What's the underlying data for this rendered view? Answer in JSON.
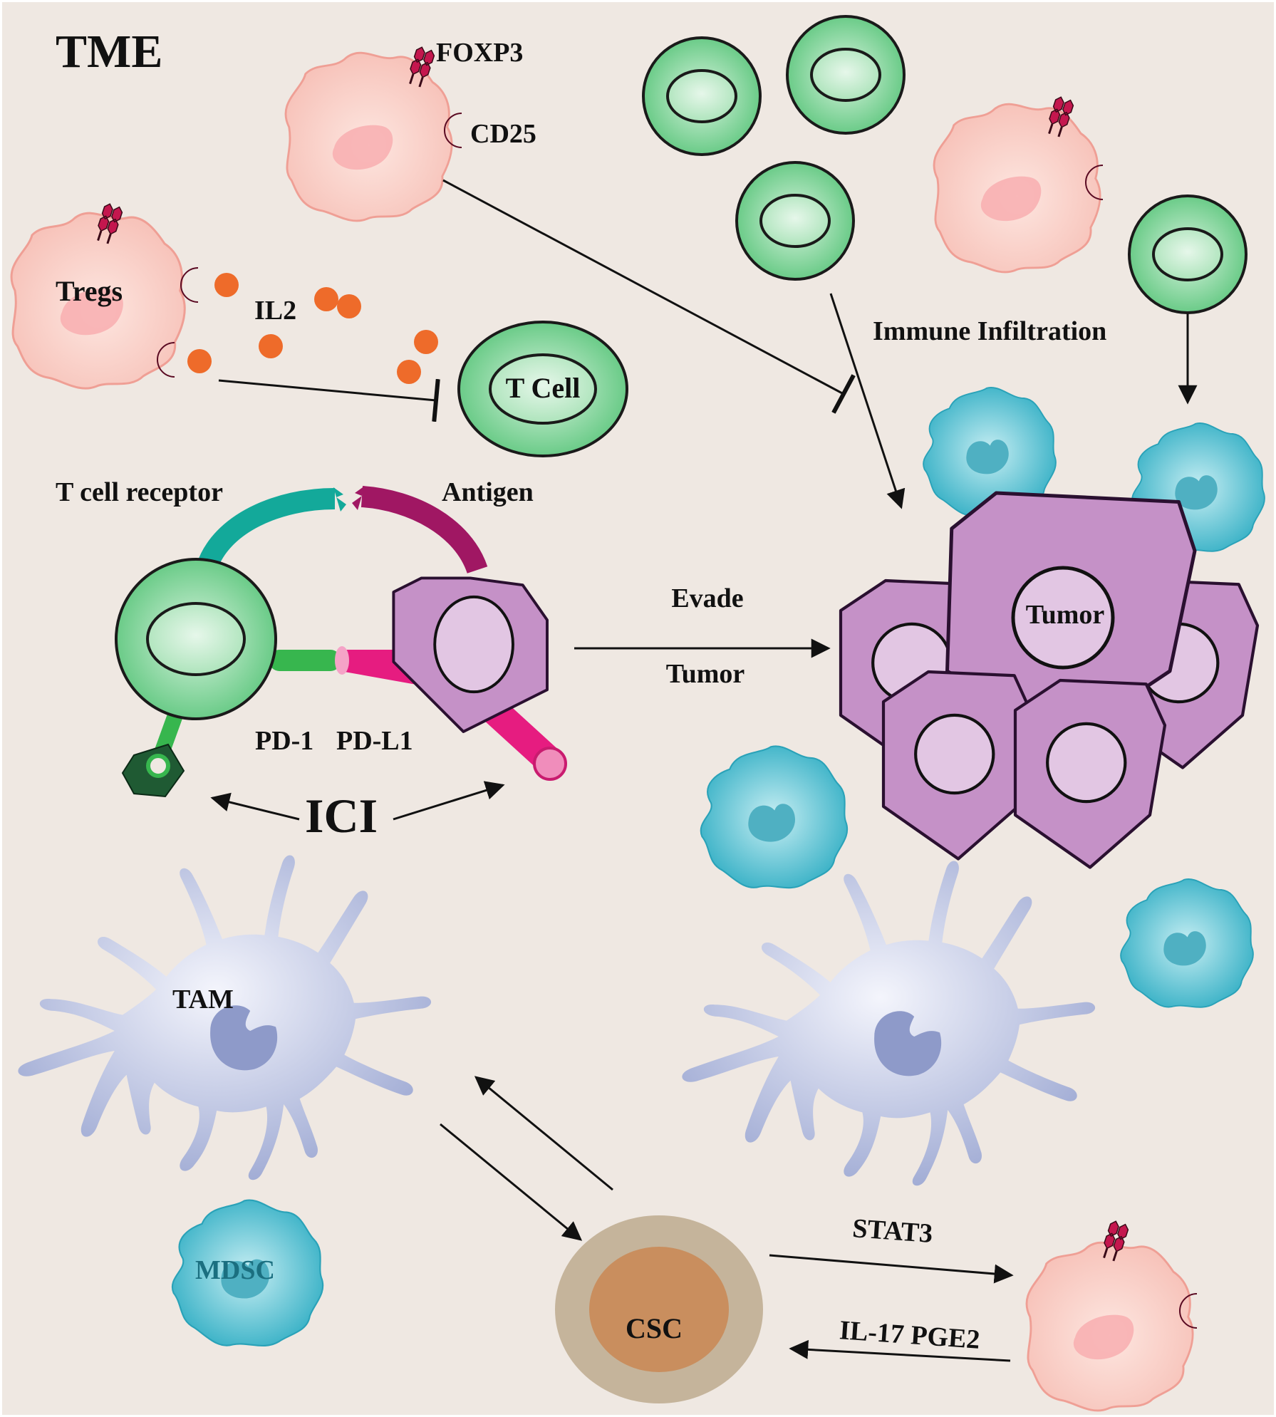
{
  "colors": {
    "background": "#efe8e2",
    "tcell_fill": "#7fd59b",
    "tcell_stroke": "#1a1a1a",
    "treg_fill": "#f6c0b8",
    "treg_stroke": "#f0a49a",
    "cd25_magenta": "#c4174e",
    "il2_orange": "#ee6b2a",
    "tumor_fill": "#c591c7",
    "tumor_nucleus": "#e2c6e3",
    "mdsc_cyan": "#3cb4c8",
    "tam_lavender": "#a3aed6",
    "csc_outer": "#c5b49b",
    "csc_inner": "#c98e5e",
    "tcr_teal": "#13a99a",
    "antigen_maroon": "#a01763",
    "pd1_green": "#37b64e",
    "pdl1_pink": "#e61c80",
    "ici_target_dark_green": "#1f5a33"
  },
  "labels": {
    "tme": "TME",
    "foxp3": "FOXP3",
    "cd25": "CD25",
    "tregs": "Tregs",
    "il2": "IL2",
    "t_cell": "T Cell",
    "immune_infiltration": "Immune Infiltration",
    "t_cell_receptor": "T cell receptor",
    "antigen": "Antigen",
    "evade": "Evade",
    "tumor_arrow": "Tumor",
    "tumor_cluster": "Tumor",
    "pd1": "PD-1",
    "pdl1": "PD-L1",
    "ici": "ICI",
    "tam": "TAM",
    "mdsc": "MDSC",
    "csc": "CSC",
    "stat3": "STAT3",
    "il17_pge2": "IL-17  PGE2"
  },
  "icons": [
    "treg-cell-icon",
    "t-cell-icon",
    "tumor-cell-icon",
    "mdsc-cell-icon",
    "tam-cell-icon",
    "csc-cell-icon",
    "foxp3-marker-icon",
    "cd25-receptor-icon",
    "il2-molecule-icon"
  ]
}
